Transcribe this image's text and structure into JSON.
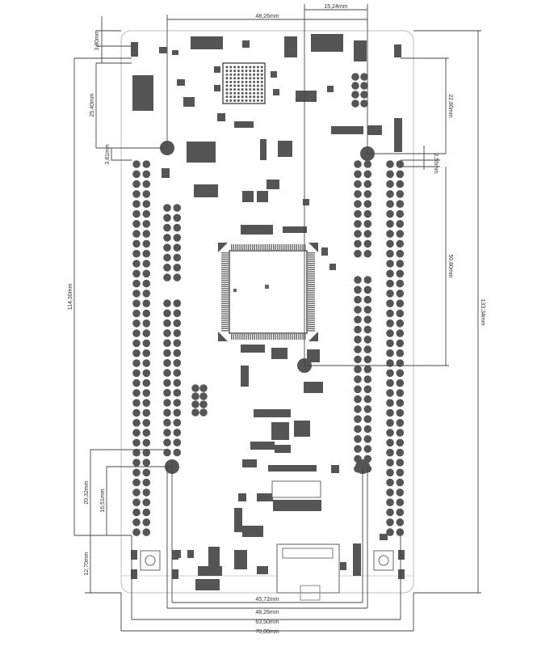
{
  "dimensions": {
    "top_pitch": "15,24mm",
    "top_width": "48,26mm",
    "left_corner": "3,80mm",
    "left_header_offset": "25,40mm",
    "left_small": "3,81mm",
    "left_span": "114,30mm",
    "left_lower_a": "20,32mm",
    "left_lower_b": "16,51mm",
    "left_bottom": "12,70mm",
    "right_upper": "22,86mm",
    "right_small": "2,56mm",
    "right_mid": "50,80mm",
    "right_total": "133,34mm",
    "bottom_a": "45,72mm",
    "bottom_b": "48,26mm",
    "bottom_c": "63,50mm",
    "bottom_d": "70,00mm"
  },
  "colors": {
    "board": "#ffffff",
    "outline": "#bdbdbd",
    "component": "#555555",
    "line": "#444444"
  }
}
